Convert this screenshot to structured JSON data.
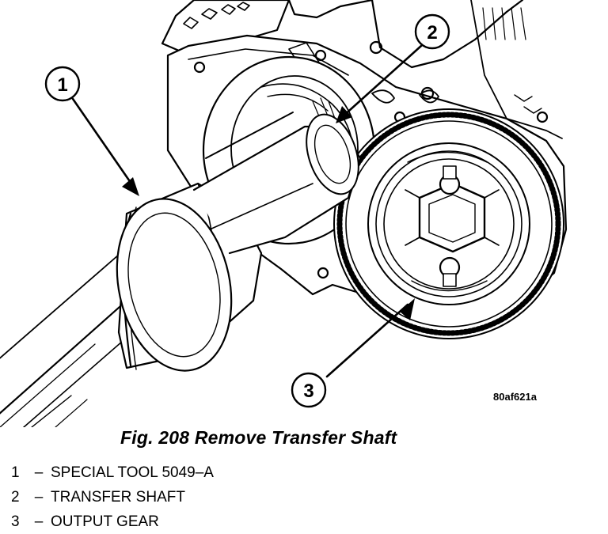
{
  "figure": {
    "code": "80af621a",
    "title": "Fig. 208 Remove Transfer Shaft"
  },
  "callouts": [
    {
      "number": "1"
    },
    {
      "number": "2"
    },
    {
      "number": "3"
    }
  ],
  "legend": [
    {
      "number": "1",
      "dash": "–",
      "text": "SPECIAL TOOL 5049–A"
    },
    {
      "number": "2",
      "dash": "–",
      "text": "TRANSFER SHAFT"
    },
    {
      "number": "3",
      "dash": "–",
      "text": "OUTPUT GEAR"
    }
  ]
}
